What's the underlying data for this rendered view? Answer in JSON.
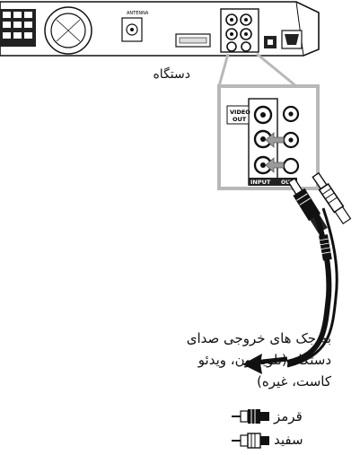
{
  "device": {
    "label": "دستگاه",
    "antenna_label": "ANTENNA",
    "video_out_label": "VIDEO OUT",
    "input_label": "INPUT",
    "output_label": "OUTPUT"
  },
  "instruction": {
    "line1": "به جک های خروجی صدای",
    "line2": "دستگاه (تلویزیون، ویدئو",
    "line3": "کاست، غیره)"
  },
  "legend": {
    "red": "قرمز",
    "white": "سفید"
  },
  "colors": {
    "line": "#111111",
    "callout_border": "#b8b8b8",
    "arrow_fill": "#9a9a9a"
  }
}
